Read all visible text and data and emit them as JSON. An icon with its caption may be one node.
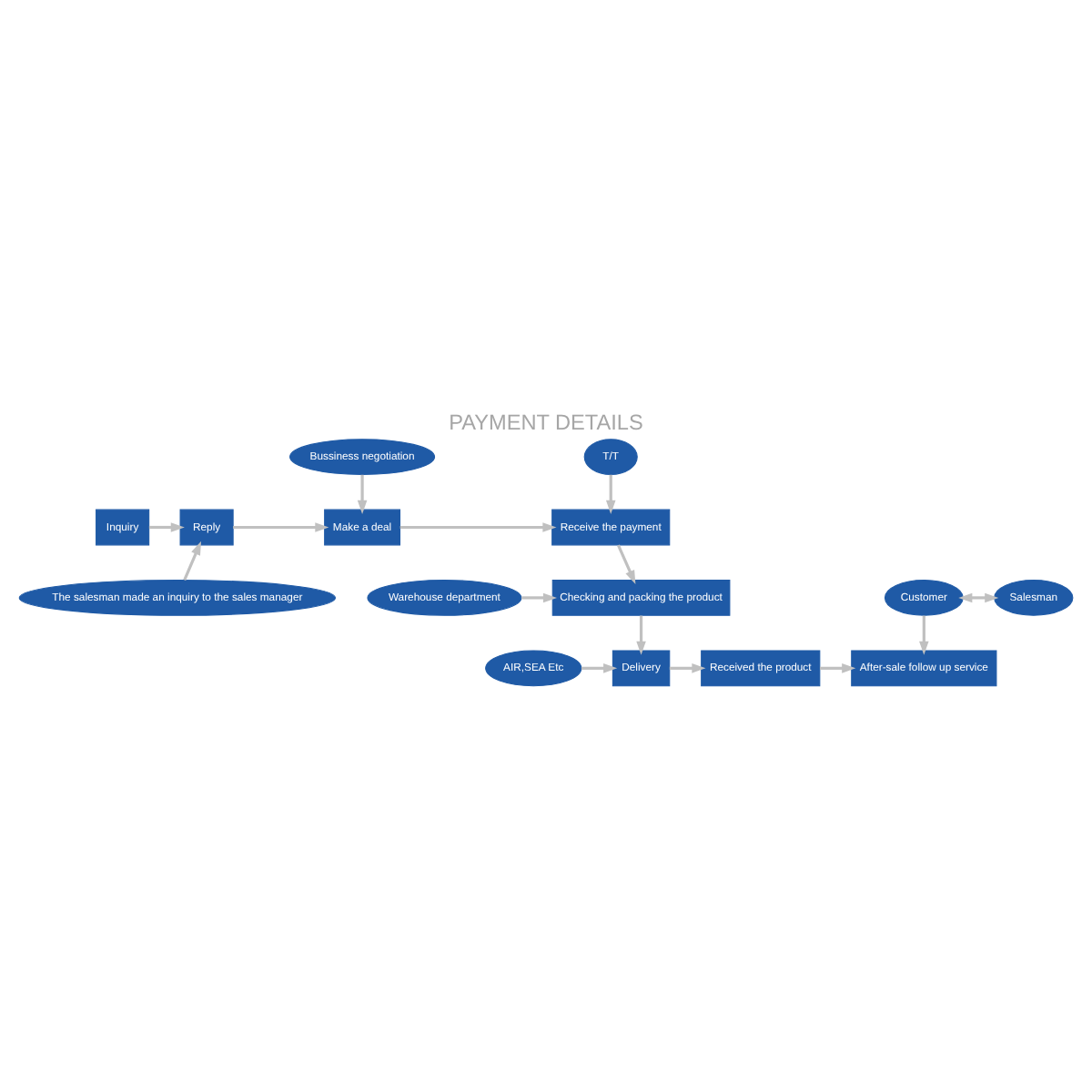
{
  "diagram": {
    "title": "PAYMENT DETAILS",
    "nodes": [
      {
        "text": [
          "Inquiry"
        ]
      },
      {
        "text": [
          "Bussiness negotiation"
        ]
      },
      {
        "text": [
          "Reply"
        ]
      },
      {
        "text": [
          "Make a deal"
        ]
      },
      {
        "text": [
          "T/T"
        ]
      },
      {
        "text": [
          "Receive the payment"
        ]
      },
      {
        "text": [
          "The salesman made an inquiry to the sales manager"
        ]
      },
      {
        "text": [
          "Checking and packing the product"
        ]
      },
      {
        "text": [
          "Warehouse department"
        ]
      },
      {
        "text": [
          "Delivery"
        ]
      },
      {
        "text": [
          "AIR,SEA Etc"
        ]
      },
      {
        "text": [
          "Received the product"
        ]
      },
      {
        "text": [
          "After-sale follow up service"
        ]
      },
      {
        "text": [
          "Customer"
        ]
      },
      {
        "text": [
          "Salesman"
        ]
      }
    ],
    "edges": [
      {
        "from": 0,
        "to": 2,
        "arrow": "to"
      },
      {
        "from": 2,
        "to": 3,
        "arrow": "to"
      },
      {
        "from": 1,
        "to": 3,
        "arrow": "to"
      },
      {
        "from": 3,
        "to": 5,
        "arrow": "to"
      },
      {
        "from": 4,
        "to": 5,
        "arrow": "to"
      },
      {
        "from": 6,
        "to": 2,
        "arrow": "to"
      },
      {
        "from": 5,
        "to": 7,
        "arrow": "to"
      },
      {
        "from": 8,
        "to": 7,
        "arrow": "to"
      },
      {
        "from": 7,
        "to": 9,
        "arrow": "to"
      },
      {
        "from": 10,
        "to": 9,
        "arrow": "to"
      },
      {
        "from": 9,
        "to": 11,
        "arrow": "to"
      },
      {
        "from": 11,
        "to": 12,
        "arrow": "to"
      },
      {
        "from": 13,
        "to": 12,
        "arrow": "to"
      },
      {
        "from": 13,
        "to": 14,
        "arrow": "both"
      }
    ]
  }
}
